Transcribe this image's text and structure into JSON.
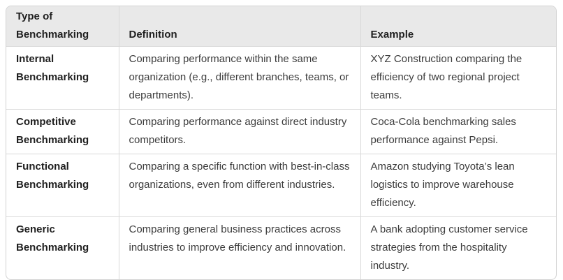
{
  "colors": {
    "header_background": "#e9e9e9",
    "border": "#d9d9d9",
    "outer_border": "#d2d2d2",
    "header_text": "#1f1f1f",
    "body_text": "#3c3c3c"
  },
  "table": {
    "columns": [
      {
        "label": "Type of Benchmarking"
      },
      {
        "label": "Definition"
      },
      {
        "label": "Example"
      }
    ],
    "rows": [
      {
        "type": "Internal Benchmarking",
        "definition": "Comparing performance within the same organization (e.g., different branches, teams, or departments).",
        "example": "XYZ Construction comparing the efficiency of two regional project teams."
      },
      {
        "type": "Competitive Benchmarking",
        "definition": "Comparing performance against direct industry competitors.",
        "example": "Coca-Cola benchmarking sales performance against Pepsi."
      },
      {
        "type": "Functional Benchmarking",
        "definition": "Comparing a specific function with best-in-class organizations, even from different industries.",
        "example": "Amazon studying Toyota’s lean logistics to improve warehouse efficiency."
      },
      {
        "type": "Generic Benchmarking",
        "definition": "Comparing general business practices across industries to improve efficiency and innovation.",
        "example": "A bank adopting customer service strategies from the hospitality industry."
      }
    ]
  }
}
